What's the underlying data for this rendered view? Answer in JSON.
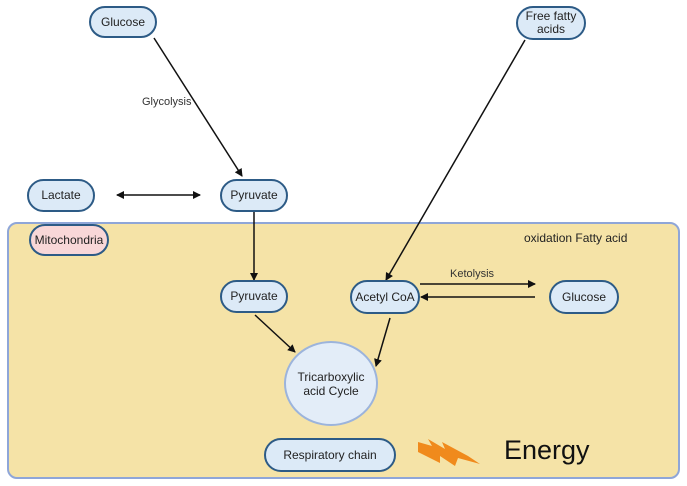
{
  "diagram": {
    "compartment": {
      "name": "Mitochondria",
      "title": "oxidation Fatty acid"
    },
    "nodes": {
      "glucose_top": "Glucose",
      "free_fatty_acids": "Free fatty acids",
      "lactate": "Lactate",
      "pyruvate_cytosol": "Pyruvate",
      "pyruvate_mito": "Pyruvate",
      "acetyl_coa": "Acetyl CoA",
      "glucose_mito": "Glucose",
      "tca_cycle": "Tricarboxylic acid Cycle",
      "respiratory_chain": "Respiratory chain"
    },
    "edge_labels": {
      "glycolysis": "Glycolysis",
      "ketolysis": "Ketolysis"
    },
    "energy_label": "Energy",
    "edges": [
      {
        "from": "Glucose",
        "to": "Pyruvate",
        "label": "Glycolysis"
      },
      {
        "from": "Lactate",
        "to": "Pyruvate",
        "bidirectional": true
      },
      {
        "from": "Pyruvate (cytosol)",
        "to": "Pyruvate (mitochondria)"
      },
      {
        "from": "Free fatty acids",
        "to": "Acetyl CoA"
      },
      {
        "from": "Acetyl CoA",
        "to": "Glucose (mitochondria)",
        "label": "Ketolysis"
      },
      {
        "from": "Glucose (mitochondria)",
        "to": "Acetyl CoA"
      },
      {
        "from": "Pyruvate (mitochondria)",
        "to": "Tricarboxylic acid Cycle"
      },
      {
        "from": "Acetyl CoA",
        "to": "Tricarboxylic acid Cycle"
      }
    ],
    "colors": {
      "compartment_fill": "#f5e3a7",
      "compartment_border": "#8fa6d8",
      "node_fill": "#dceaf7",
      "node_border": "#2d5b86",
      "mito_label_fill": "#f8d7d8",
      "energy_bolt": "#f08a1c"
    }
  }
}
